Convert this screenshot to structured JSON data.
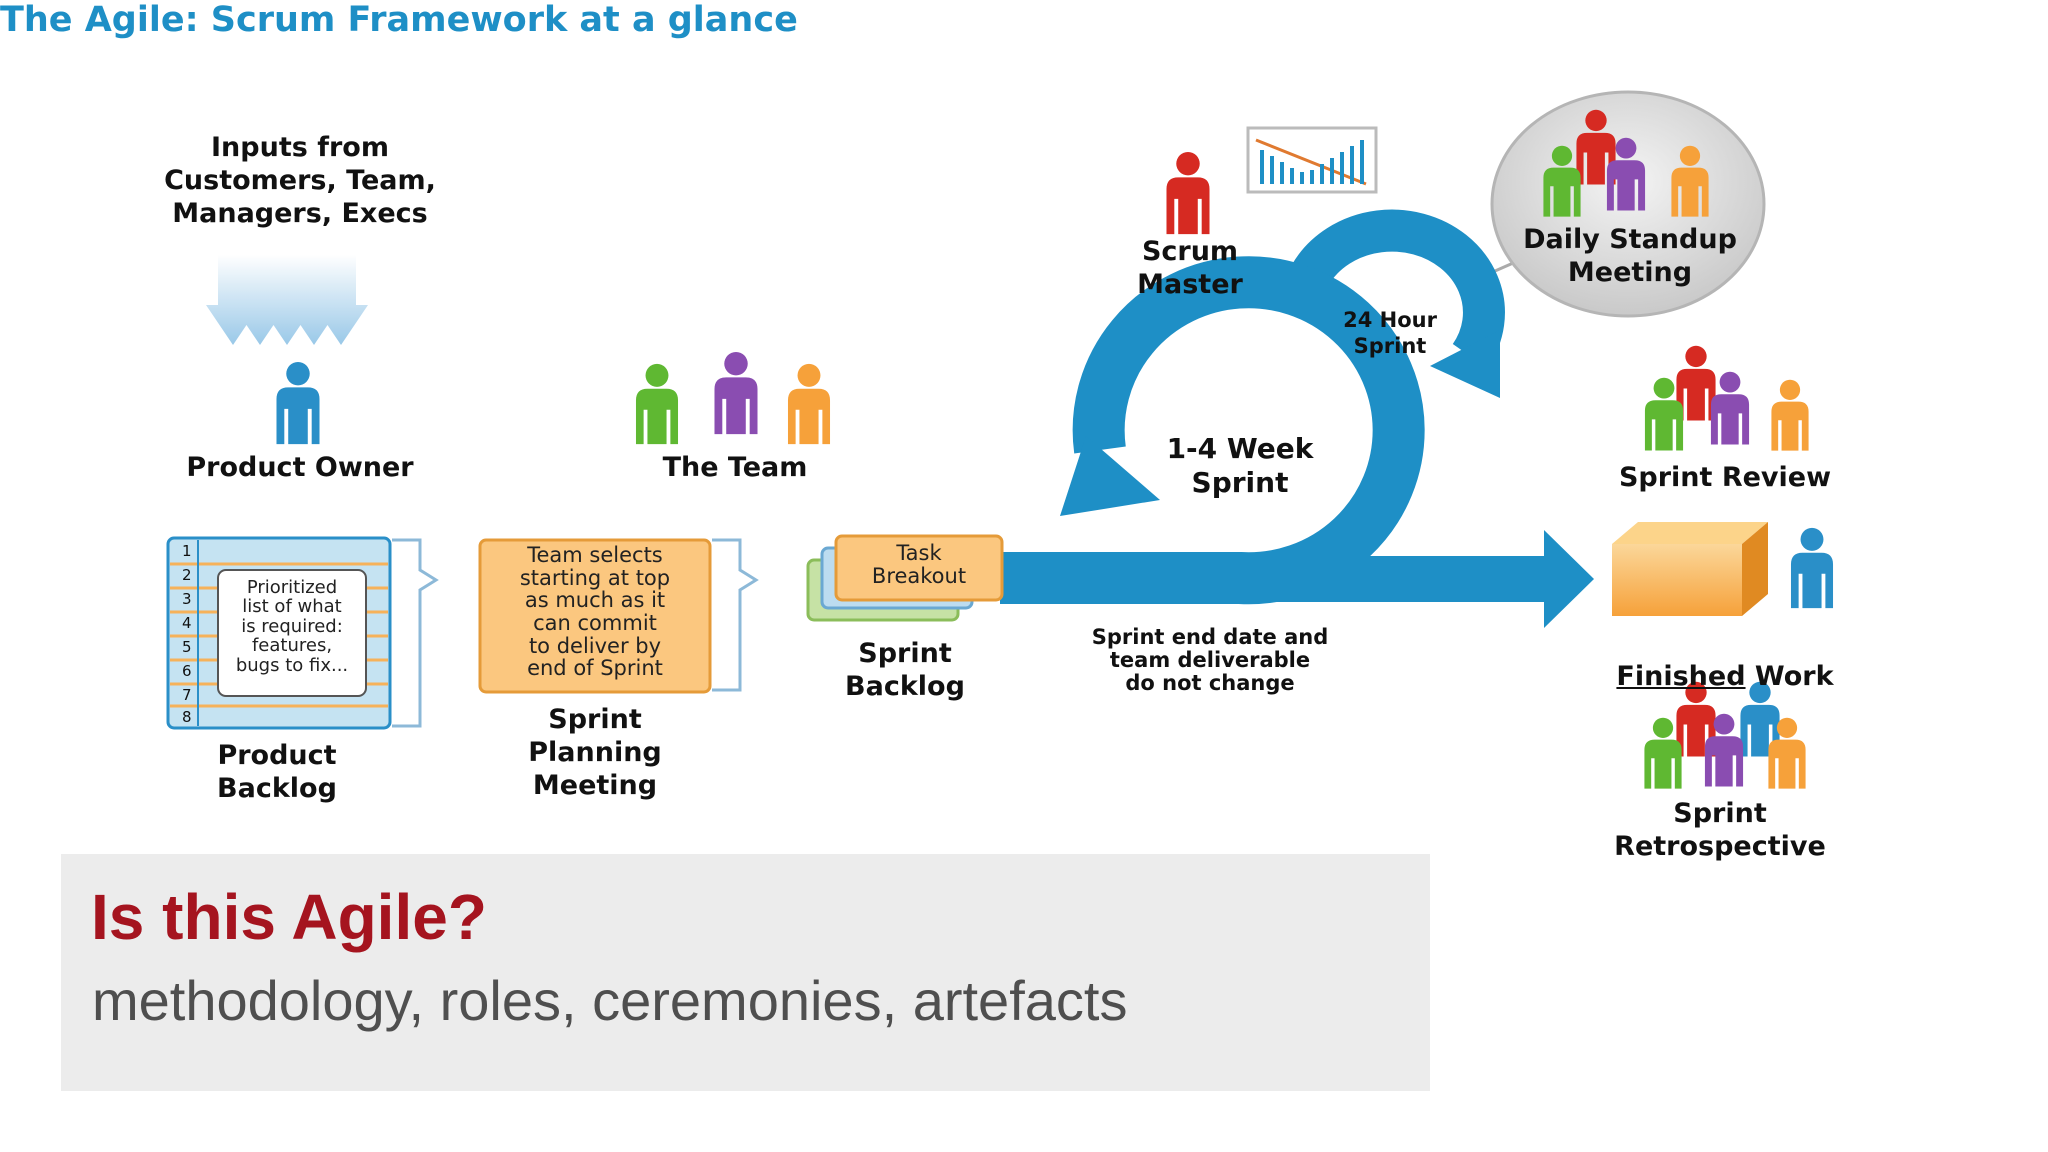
{
  "title": "The Agile: Scrum Framework at a glance",
  "inputs_label": "Inputs from\nCustomers, Team,\nManagers, Execs",
  "product_owner": "Product Owner",
  "the_team": "The Team",
  "scrum_master": "Scrum\nMaster",
  "daily_standup": "Daily Standup\nMeeting",
  "hour_sprint": "24 Hour\nSprint",
  "week_sprint": "1-4 Week\nSprint",
  "sprint_review": "Sprint Review",
  "finished_work": {
    "underlined": "Finished",
    "rest": " Work"
  },
  "sprint_retrospective": "Sprint\nRetrospective",
  "backlog_rows": [
    "1",
    "2",
    "3",
    "4",
    "5",
    "6",
    "7",
    "8"
  ],
  "backlog_note": "Prioritized\nlist of what\nis required:\nfeatures,\nbugs to fix...",
  "product_backlog": "Product\nBacklog",
  "planning_note": "Team selects\nstarting at top\nas much as it\ncan commit\nto deliver by\nend of Sprint",
  "sprint_planning": "Sprint\nPlanning\nMeeting",
  "task_breakout": "Task\nBreakout",
  "sprint_backlog": "Sprint\nBacklog",
  "sprint_end_note": "Sprint end date and\nteam deliverable\ndo not change",
  "question": "Is this Agile?",
  "subtitle": "methodology, roles, ceremonies, artefacts",
  "colors": {
    "title": "#1e8fc6",
    "arrow_blue": "#1e8fc6",
    "question": "#a5141f",
    "box_orange": "#fbc77f",
    "backlog_blue": "#c5e3f2",
    "person_blue": "#2a8fc8",
    "person_green": "#5fb832",
    "person_purple": "#8a4db1",
    "person_orange": "#f6a13a",
    "person_red": "#d62a22"
  }
}
